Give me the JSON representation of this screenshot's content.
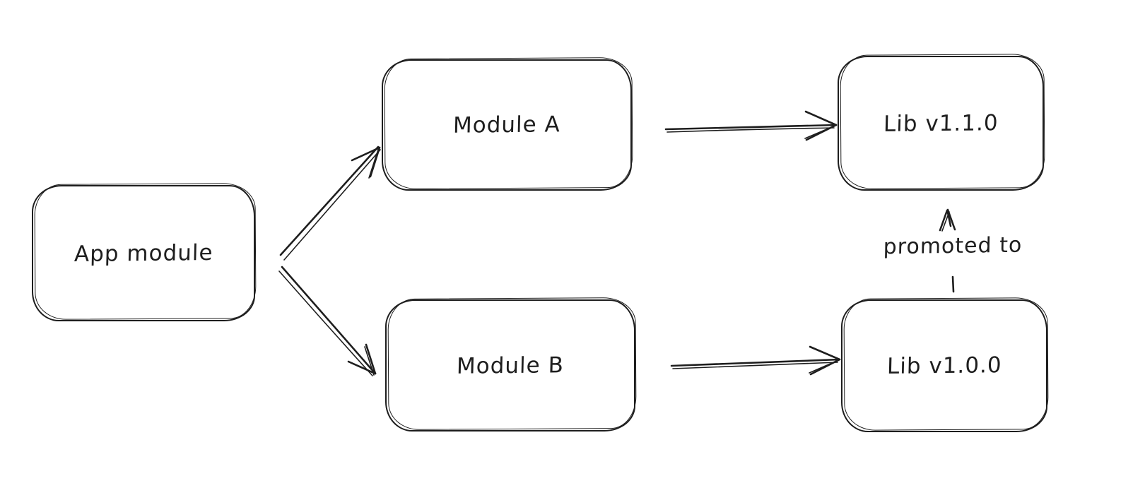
{
  "diagram": {
    "style": "hand-drawn-whiteboard",
    "background_color": "#ffffff",
    "stroke_color": "#1e1e1e",
    "nodes": [
      {
        "id": "app-module",
        "label": "App module"
      },
      {
        "id": "module-a",
        "label": "Module A"
      },
      {
        "id": "module-b",
        "label": "Module B"
      },
      {
        "id": "lib-v110",
        "label": "Lib v1.1.0"
      },
      {
        "id": "lib-v100",
        "label": "Lib v1.0.0"
      }
    ],
    "edges": [
      {
        "from": "App module",
        "to": "Module A",
        "style": "solid",
        "label": ""
      },
      {
        "from": "App module",
        "to": "Module B",
        "style": "solid",
        "label": ""
      },
      {
        "from": "Module A",
        "to": "Lib v1.1.0",
        "style": "solid",
        "label": ""
      },
      {
        "from": "Module B",
        "to": "Lib v1.0.0",
        "style": "solid",
        "label": ""
      },
      {
        "from": "Lib v1.0.0",
        "to": "Lib v1.1.0",
        "style": "dashed",
        "label": "promoted to"
      }
    ]
  }
}
